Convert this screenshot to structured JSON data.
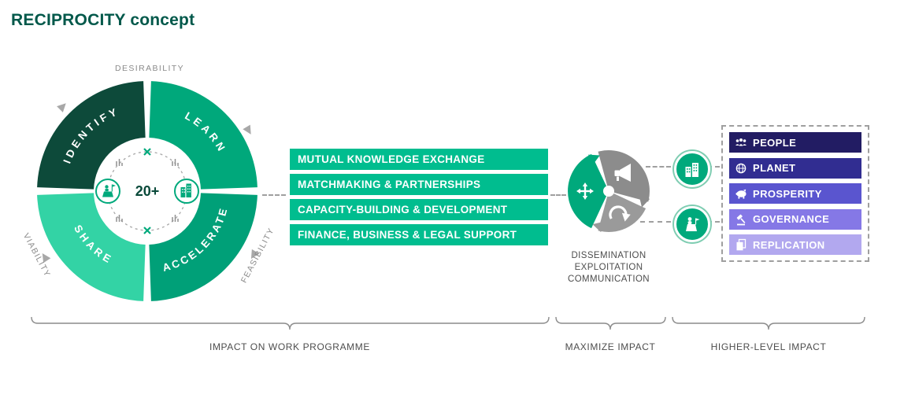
{
  "title": "RECIPROCITY concept",
  "colors": {
    "brand_green": "#00a97c",
    "bar_green": "#00bd8f",
    "title_green": "#00584a",
    "gray": "#8c8c8c"
  },
  "wheel": {
    "quadrants": {
      "identify": {
        "label": "IDENTIFY",
        "color": "#0d4a3a"
      },
      "learn": {
        "label": "LEARN",
        "color": "#00a87b"
      },
      "share": {
        "label": "SHARE",
        "color": "#33d3a5"
      },
      "accelerate": {
        "label": "ACCELERATE",
        "color": "#00a078"
      }
    },
    "center_label": "20+",
    "axes": {
      "top": "DESIRABILITY",
      "right": "FEASIBILITY",
      "left": "VIABILITY"
    },
    "inner_icons": [
      "presenter-icon",
      "building-icon",
      "x-connector-icon",
      "mini-chart-icon"
    ]
  },
  "services": {
    "color": "#00bd8f",
    "items": [
      "MUTUAL KNOWLEDGE EXCHANGE",
      "MATCHMAKING & PARTNERSHIPS",
      "CAPACITY-BUILDING & DEVELOPMENT",
      "FINANCE, BUSINESS & LEGAL SUPPORT"
    ]
  },
  "dissemination": {
    "lines": [
      "DISSEMINATION",
      "EXPLOITATION",
      "COMMUNICATION"
    ],
    "icons": [
      "move-arrows-icon",
      "megaphone-icon",
      "cycle-arrow-icon"
    ]
  },
  "connectors": {
    "icons": [
      "building-icon",
      "presenter-icon"
    ]
  },
  "impacts": {
    "items": [
      {
        "label": "PEOPLE",
        "color": "#221c63",
        "icon": "people-icon"
      },
      {
        "label": "PLANET",
        "color": "#312d91",
        "icon": "globe-icon"
      },
      {
        "label": "PROSPERITY",
        "color": "#5a55cf",
        "icon": "piggy-bank-icon"
      },
      {
        "label": "GOVERNANCE",
        "color": "#8578e6",
        "icon": "gavel-icon"
      },
      {
        "label": "REPLICATION",
        "color": "#b2a8ef",
        "icon": "copy-icon"
      }
    ]
  },
  "brackets": {
    "items": [
      {
        "label": "IMPACT ON WORK PROGRAMME"
      },
      {
        "label": "MAXIMIZE IMPACT"
      },
      {
        "label": "HIGHER-LEVEL IMPACT"
      }
    ]
  }
}
